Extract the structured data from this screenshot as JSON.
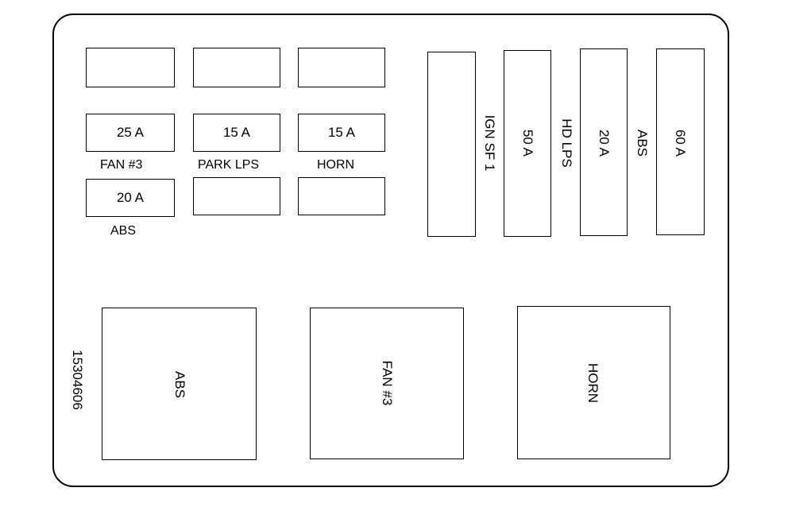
{
  "small_fuses": {
    "fan3_rating": "25 A",
    "fan3_label": "FAN #3",
    "park_rating": "15 A",
    "park_label": "PARK LPS",
    "horn_rating": "15 A",
    "horn_label": "HORN",
    "abs_rating": "20 A",
    "abs_label": "ABS"
  },
  "maxi_fuses": {
    "ign_label": "IGN SF 1",
    "hd_rating": "50 A",
    "hd_label": "HD LPS",
    "abs_rating": "20 A",
    "abs_label": "ABS",
    "spare_rating": "60 A"
  },
  "relays": {
    "abs": "ABS",
    "fan3": "FAN #3",
    "horn": "HORN"
  },
  "part_number": "15304606"
}
